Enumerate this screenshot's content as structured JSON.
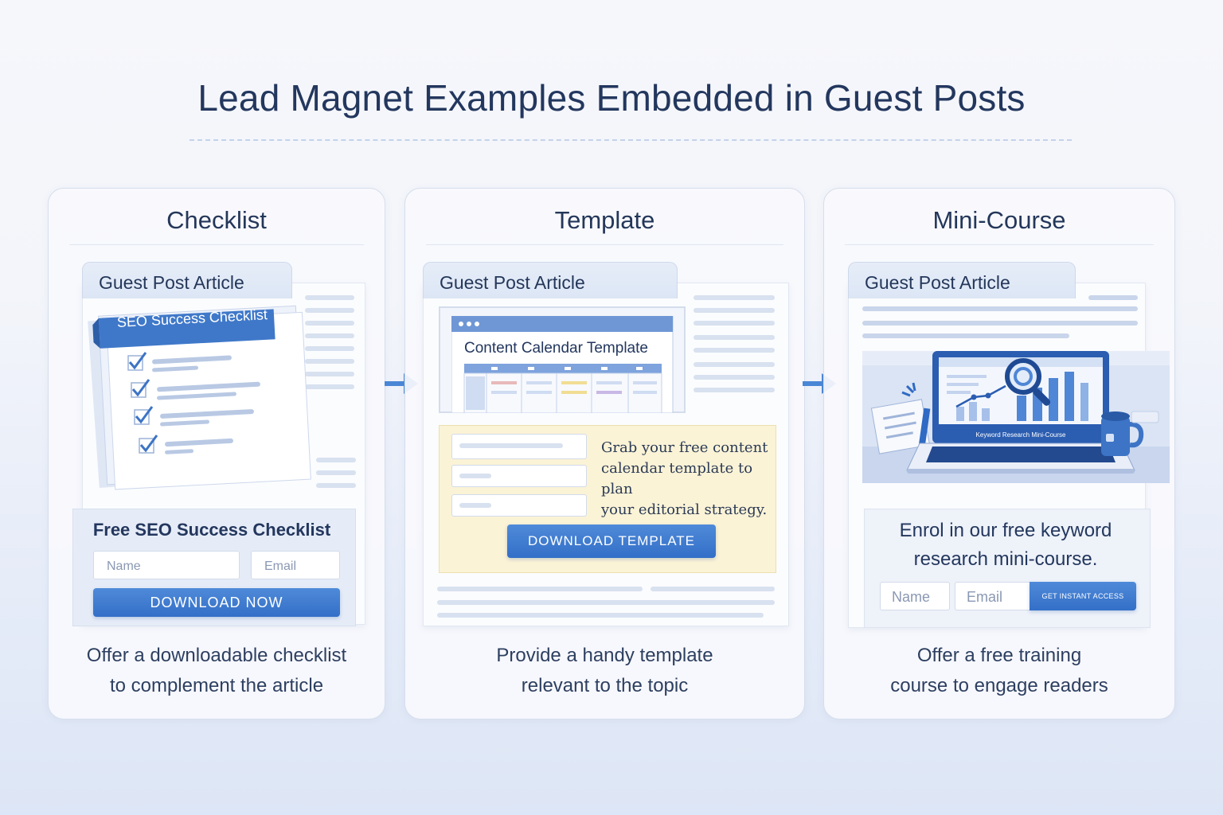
{
  "page": {
    "title": "Lead Magnet Examples Embedded in Guest Posts"
  },
  "cards": [
    {
      "title": "Checklist",
      "article_tab": "Guest Post Article",
      "magnet_title": "SEO Success Checklist",
      "form": {
        "heading": "Free SEO Success Checklist",
        "name_placeholder": "Name",
        "email_placeholder": "Email",
        "button": "DOWNLOAD NOW"
      },
      "caption": [
        "Offer a downloadable checklist",
        "to complement the article"
      ],
      "icon": "checklist-document"
    },
    {
      "title": "Template",
      "article_tab": "Guest Post Article",
      "magnet_title": "Content Calendar Template",
      "offer_text": [
        "Grab your free content",
        "calendar template to plan",
        "your editorial strategy."
      ],
      "button": "DOWNLOAD TEMPLATE",
      "caption": [
        "Provide a handy template",
        "relevant to the topic"
      ],
      "icon": "calendar-template"
    },
    {
      "title": "Mini-Course",
      "article_tab": "Guest Post Article",
      "laptop_label": "Keyword Research Mini-Course",
      "form": {
        "text": [
          "Enrol in our free keyword",
          "research mini-course."
        ],
        "name_placeholder": "Name",
        "email_placeholder": "Email",
        "button": "GET INSTANT ACCESS"
      },
      "caption": [
        "Offer a free training",
        "course to engage readers"
      ],
      "icon": "laptop-course"
    }
  ],
  "colors": {
    "accent": "#3d7ad0",
    "title": "#23375e",
    "highlight": "#fbf3d6",
    "arrow": "#4a86d6"
  }
}
